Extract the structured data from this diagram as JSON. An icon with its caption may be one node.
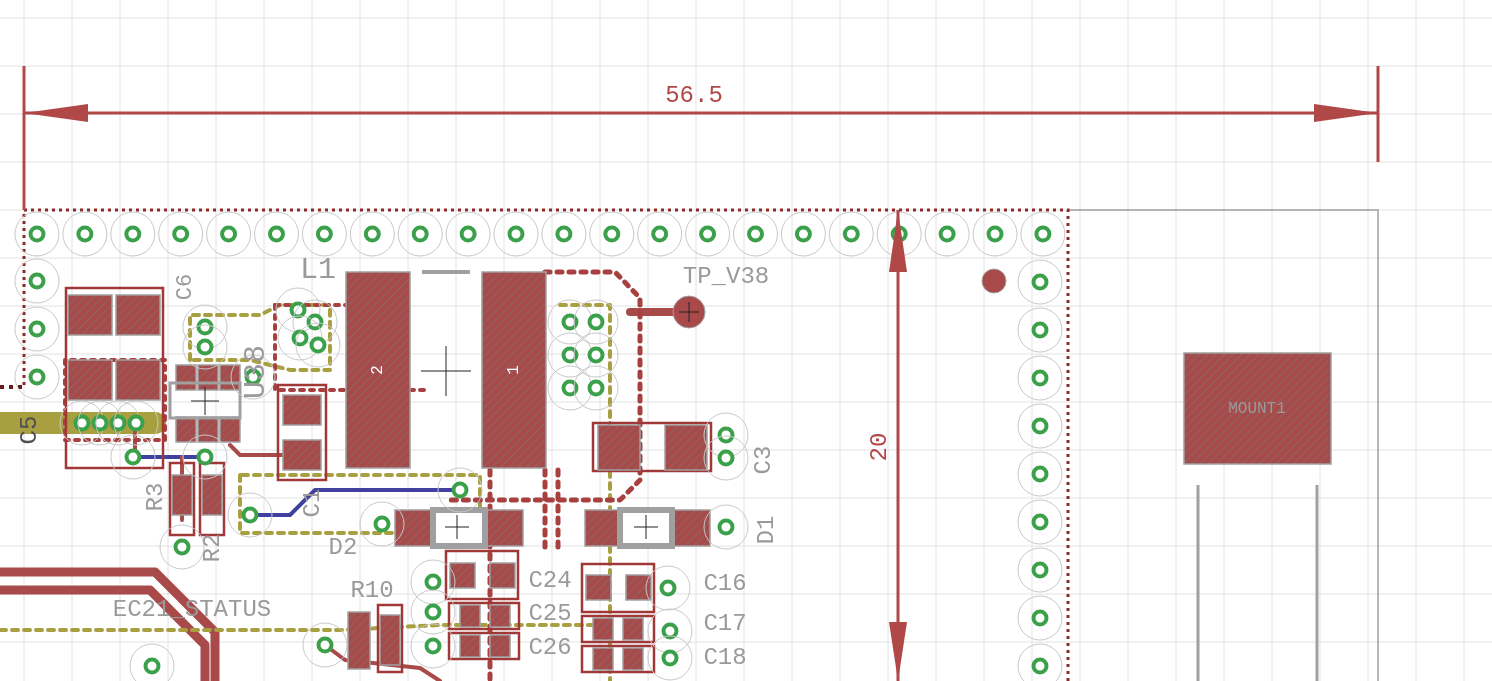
{
  "diagram": {
    "labels": [
      "56.5",
      "L1",
      "TP_V38",
      "C6",
      "U38",
      "2",
      "1",
      "C5",
      "C3",
      "20",
      "MOUNT1",
      "R3",
      "C1",
      "D2",
      "D1",
      "R2",
      "R10",
      "C24",
      "C16",
      "C25",
      "C17",
      "EC21_STATUS",
      "C26",
      "C18"
    ]
  }
}
